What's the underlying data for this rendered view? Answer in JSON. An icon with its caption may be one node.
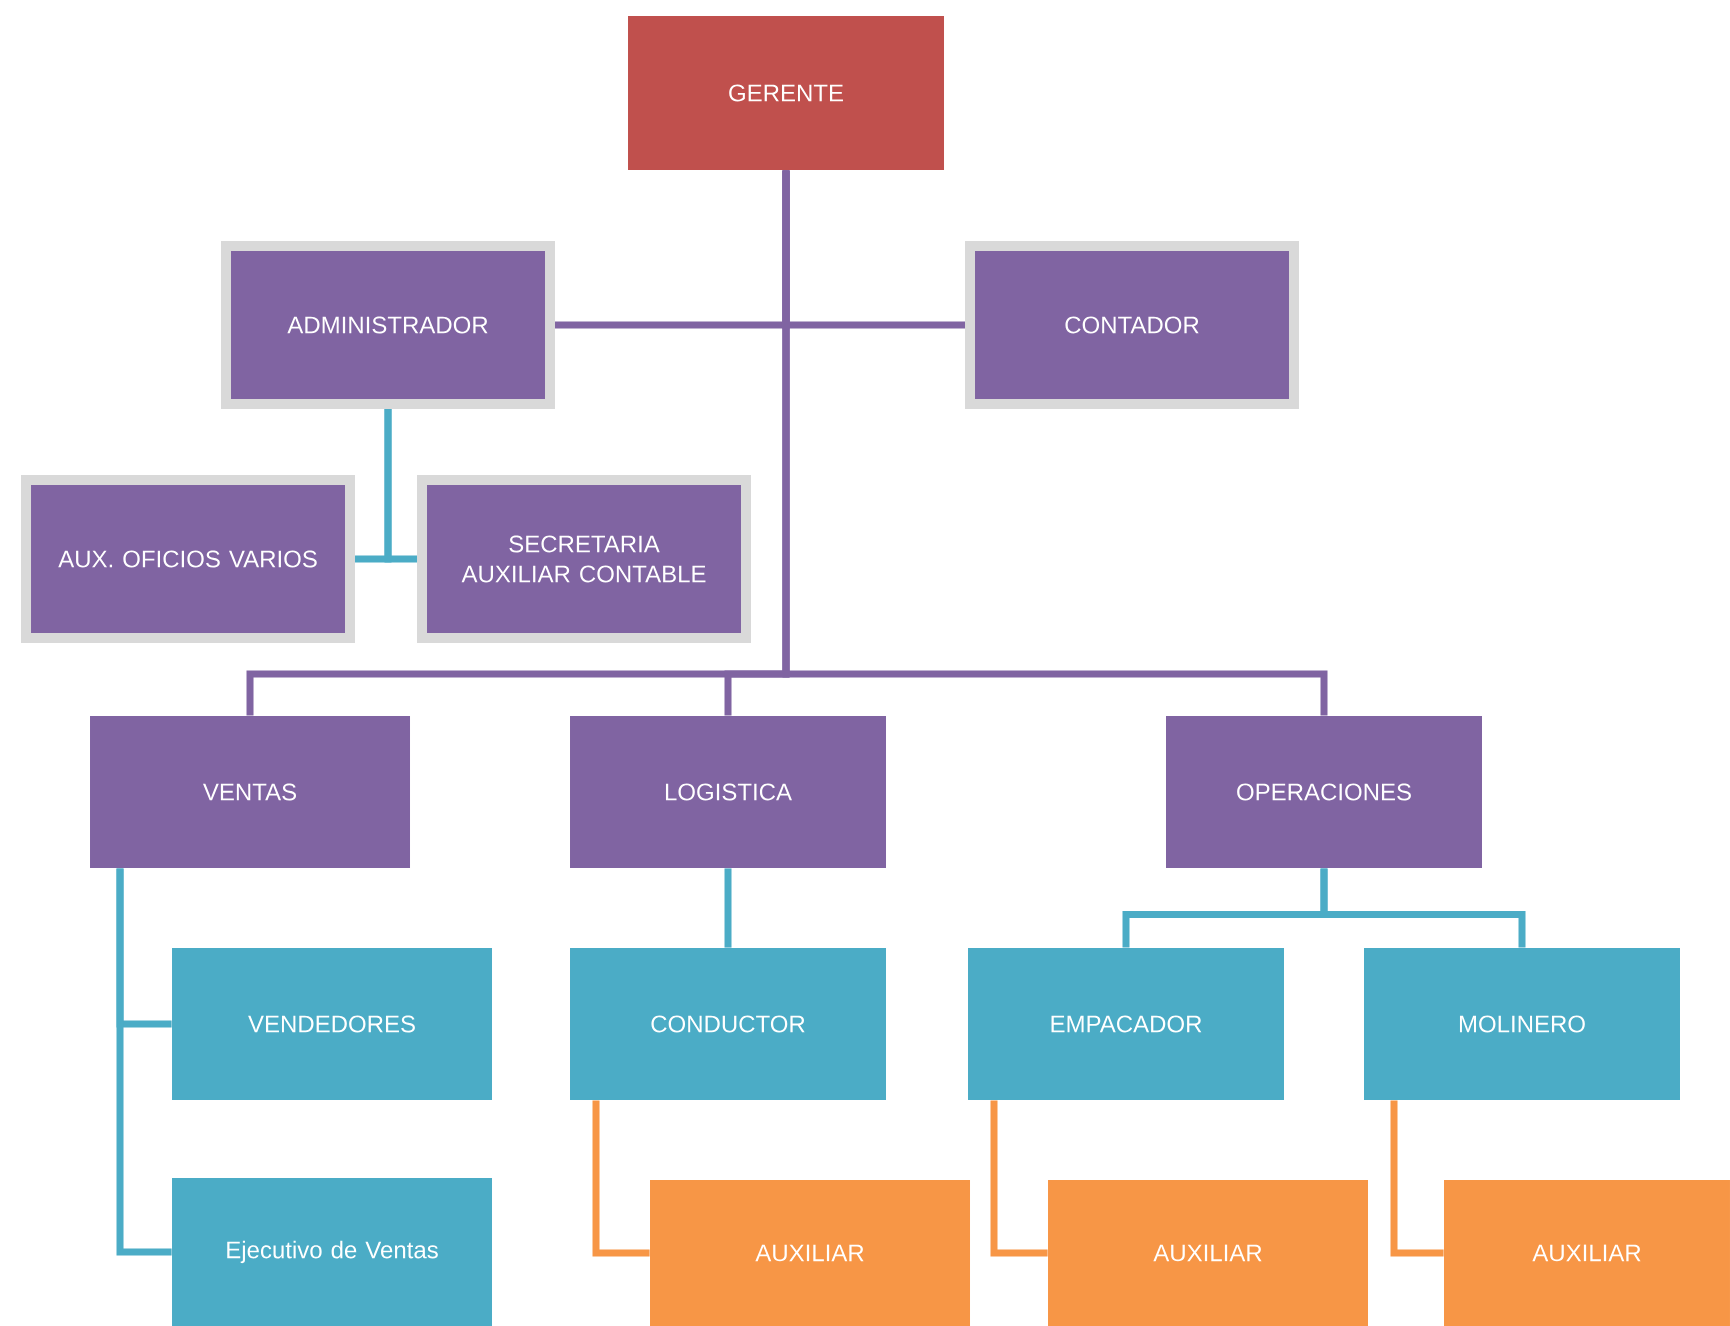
{
  "diagram": {
    "nodes": [
      {
        "text": [
          "GERENTE"
        ]
      },
      {
        "text": [
          "ADMINISTRADOR"
        ]
      },
      {
        "text": [
          "CONTADOR"
        ]
      },
      {
        "text": [
          "AUX. OFICIOS VARIOS"
        ]
      },
      {
        "text": [
          "SECRETARIA AUXILIAR CONTABLE"
        ]
      },
      {
        "text": [
          "VENTAS"
        ]
      },
      {
        "text": [
          "LOGISTICA"
        ]
      },
      {
        "text": [
          "OPERACIONES"
        ]
      },
      {
        "text": [
          "VENDEDORES"
        ]
      },
      {
        "text": [
          "Ejecutivo de Ventas"
        ]
      },
      {
        "text": [
          "CONDUCTOR"
        ]
      },
      {
        "text": [
          "EMPACADOR"
        ]
      },
      {
        "text": [
          "MOLINERO"
        ]
      },
      {
        "text": [
          "AUXILIAR"
        ]
      },
      {
        "text": [
          "AUXILIAR"
        ]
      },
      {
        "text": [
          "AUXILIAR"
        ]
      }
    ],
    "edges": [
      {
        "from": 0,
        "to": 1,
        "arrow": "none",
        "color": "#8064a2"
      },
      {
        "from": 0,
        "to": 2,
        "arrow": "none",
        "color": "#8064a2"
      },
      {
        "from": 0,
        "to": 5,
        "arrow": "none",
        "color": "#8064a2"
      },
      {
        "from": 0,
        "to": 6,
        "arrow": "none",
        "color": "#8064a2"
      },
      {
        "from": 0,
        "to": 7,
        "arrow": "none",
        "color": "#8064a2"
      },
      {
        "from": 1,
        "to": 3,
        "arrow": "none",
        "color": "#4bacc6"
      },
      {
        "from": 1,
        "to": 4,
        "arrow": "none",
        "color": "#4bacc6"
      },
      {
        "from": 5,
        "to": 8,
        "arrow": "none",
        "color": "#4bacc6"
      },
      {
        "from": 5,
        "to": 9,
        "arrow": "none",
        "color": "#4bacc6"
      },
      {
        "from": 6,
        "to": 10,
        "arrow": "none",
        "color": "#4bacc6"
      },
      {
        "from": 7,
        "to": 11,
        "arrow": "none",
        "color": "#4bacc6"
      },
      {
        "from": 7,
        "to": 12,
        "arrow": "none",
        "color": "#4bacc6"
      },
      {
        "from": 10,
        "to": 13,
        "arrow": "none",
        "color": "#f79646"
      },
      {
        "from": 11,
        "to": 14,
        "arrow": "none",
        "color": "#f79646"
      },
      {
        "from": 12,
        "to": 15,
        "arrow": "none",
        "color": "#f79646"
      }
    ]
  }
}
